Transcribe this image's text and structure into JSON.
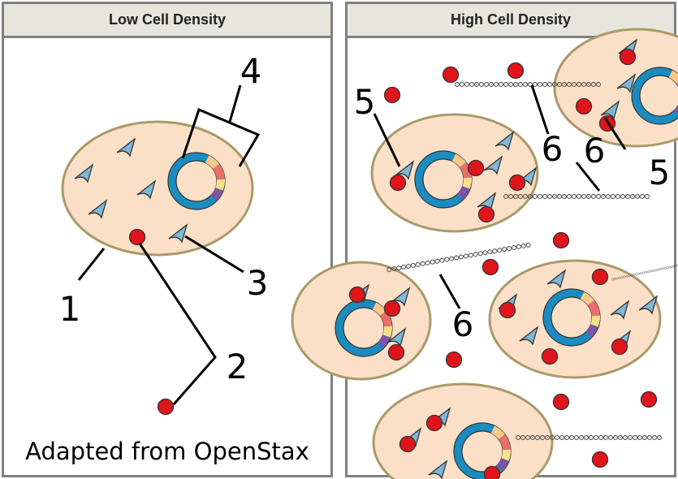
{
  "panels": {
    "left": {
      "title": "Low Cell Density"
    },
    "right": {
      "title": "High Cell Density"
    }
  },
  "labels": {
    "l1": "1",
    "l2": "2",
    "l3": "3",
    "l4": "4",
    "l5a": "5",
    "l5b": "5",
    "l6a": "6",
    "l6b": "6",
    "l6c": "6"
  },
  "credit": "Adapted from OpenStax",
  "colors": {
    "cell_fill": "#fbe0c7",
    "cell_stroke": "#a89a6a",
    "plasmid": "#1b8cc0",
    "autoinducer": "#e0141b",
    "receptor": "#7fb8d8"
  }
}
